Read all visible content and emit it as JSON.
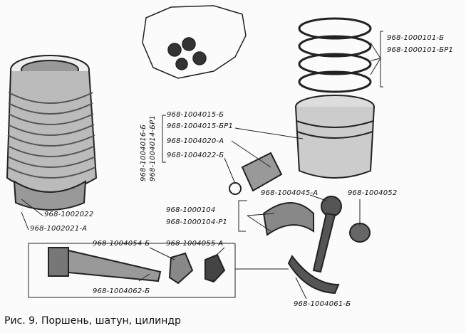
{
  "caption": "Рис. 9. Поршень, шатун, цилиндр",
  "labels": {
    "rings_1": "968-1000101-Б",
    "rings_2": "968-1000101-БР1",
    "piston_1": "968-1004015-Б",
    "piston_2": "968-1004015-БР1",
    "pin_rot_1": "968-1004016-Б",
    "pin_rot_2": "968-1004014-БР1",
    "pin": "968-1004020-А",
    "circlip": "968-1004022-Б",
    "bushing_small": "968-1004045-А",
    "bushing": "968-1004052",
    "bearing_1": "968-1000104",
    "bearing_2": "968-1000104-Р1",
    "nut": "968-1004054-Б",
    "nut_lock": "968-1004055-А",
    "bolt": "968-1004062-Б",
    "rod": "968-1004061-Б",
    "cylinder_1": "968-1002022",
    "cylinder_2": "968-1002021-А"
  }
}
